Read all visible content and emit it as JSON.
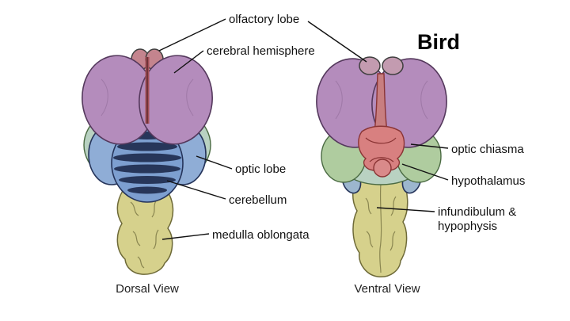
{
  "title": "Bird",
  "views": {
    "dorsal": "Dorsal View",
    "ventral": "Ventral View"
  },
  "labels": {
    "olfactory_lobe": "olfactory lobe",
    "cerebral_hemisphere": "cerebral hemisphere",
    "optic_lobe": "optic lobe",
    "cerebellum": "cerebellum",
    "medulla_oblongata": "medulla oblongata",
    "optic_chiasma": "optic chiasma",
    "hypothalamus": "hypothalamus",
    "infundibulum_hypophysis_line1": "infundibulum &",
    "infundibulum_hypophysis_line2": "hypophysis"
  },
  "colors": {
    "cerebral_hemisphere": "#b48cbc",
    "olfactory_dorsal": "#c4848e",
    "fissure_red": "#a34f57",
    "tectum_teal": "#b9d2c2",
    "optic_lobe_dorsal": "#8fadd6",
    "cerebellum_blue": "#7d9fd0",
    "cerebellum_stripe": "#27365a",
    "medulla_yellow": "#d6d18c",
    "optic_lobe_ventral": "#afcc9f",
    "chiasma_red": "#d88080",
    "hypophysis_red": "#d98a8a",
    "midline_red": "#c87e80",
    "olfactory_ventral": "#c39bb0",
    "side_flap_blue": "#9cb6ce"
  }
}
